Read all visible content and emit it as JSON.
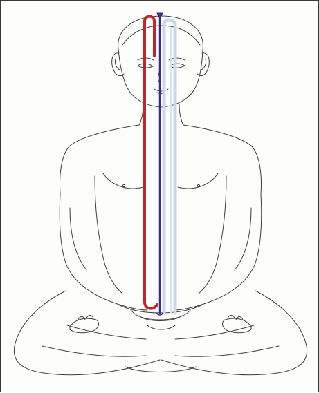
{
  "figure": {
    "subject": "meditating-figure",
    "channels": [
      {
        "name": "left-channel",
        "color": "#c0272d"
      },
      {
        "name": "central-channel",
        "color": "#3a2a8c"
      },
      {
        "name": "right-channel",
        "color": "#c9d8ea"
      }
    ],
    "outline_color": "#3c3c3c",
    "background_color": "#fdfdfc"
  }
}
